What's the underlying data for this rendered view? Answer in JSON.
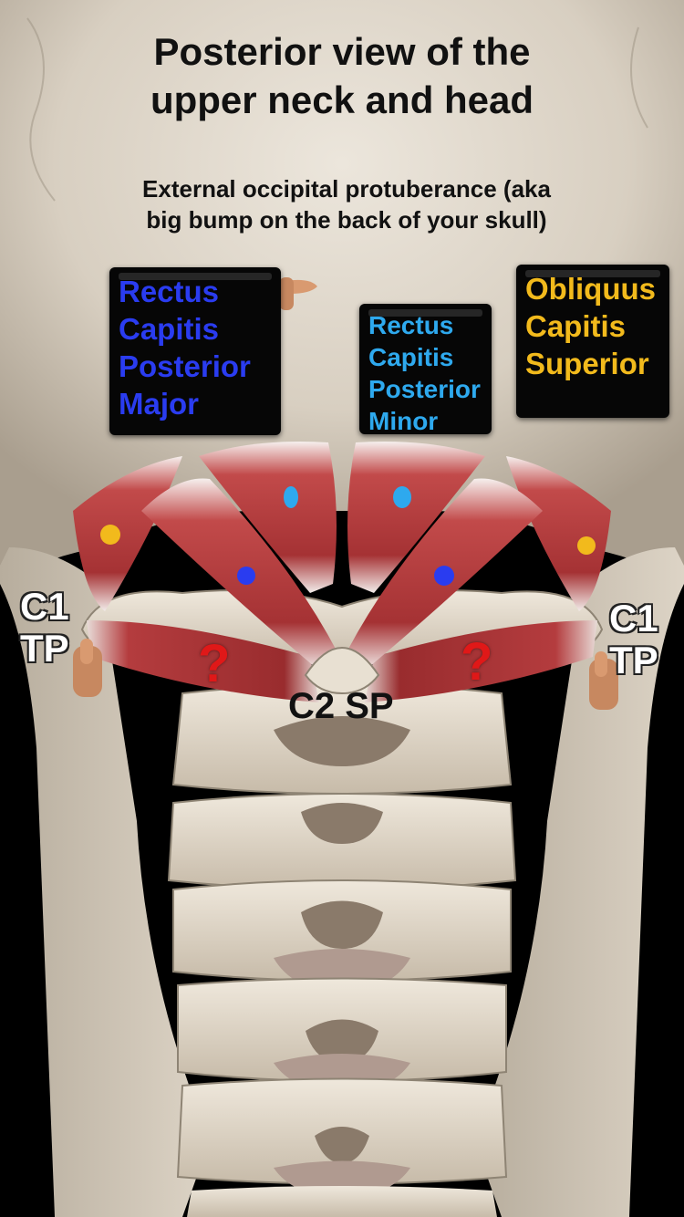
{
  "title_line1": "Posterior view of the",
  "title_line2": "upper neck and head",
  "protuberance_label": "External occipital protuberance (aka big bump on the back of your skull)",
  "labels": {
    "rcp_major": "Rectus\nCapitis\nPosterior\nMajor",
    "rcp_minor": "Rectus\nCapitis\nPosterior\nMinor",
    "obliquus": "Obliquus\nCapitis\nSuperior"
  },
  "c1_left": "C1\nTP",
  "c1_right": "C1\nTP",
  "c2_label": "C2 SP",
  "question_mark": "?",
  "colors": {
    "rcp_major": "#2a3cf0",
    "rcp_minor": "#2ea9ee",
    "obliquus": "#f2ba1c",
    "question": "#e01818",
    "muscle": "#a8383a",
    "bone": "#e6ddd0"
  }
}
